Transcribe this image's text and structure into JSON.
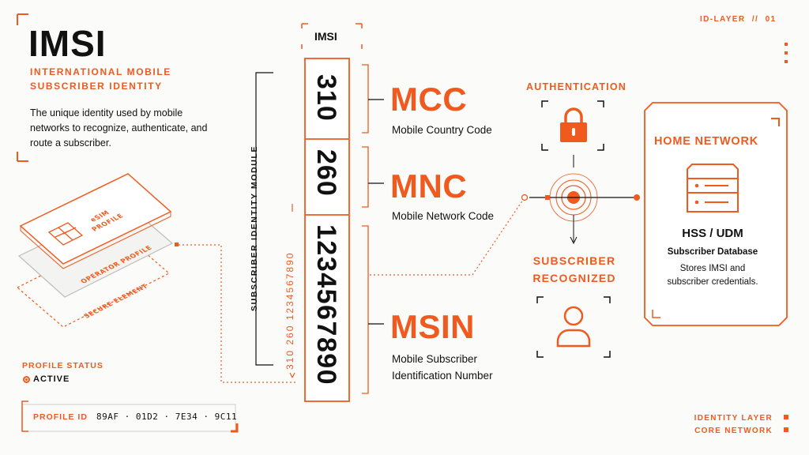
{
  "header": {
    "title": "IMSI",
    "subtitle_line1": "INTERNATIONAL MOBILE",
    "subtitle_line2": "SUBSCRIBER IDENTITY",
    "description": "The unique identity used by mobile networks to recognize, authenticate, and route a subscriber.",
    "corner_tag": "ID-LAYER  //  01"
  },
  "card": {
    "esim": "eSIM",
    "profile": "PROFILE",
    "operator_profile": "OPERATOR PROFILE",
    "secure_element": "SECURE ELEMENT"
  },
  "profile": {
    "status_label": "PROFILE STATUS",
    "status_value": "ACTIVE",
    "id_label": "PROFILE ID",
    "id_value": "89AF  ·  01D2  ·  7E34  ·  9C11"
  },
  "imsi": {
    "label": "IMSI",
    "module_label": "SUBSCRIBER IDENTITY MODULE",
    "full_number": "310  260  1234567890",
    "mcc_digits": "310",
    "mnc_digits": "260",
    "msin_digits": "1234567890"
  },
  "codes": {
    "mcc": "MCC",
    "mcc_name": "Mobile Country Code",
    "mnc": "MNC",
    "mnc_name": "Mobile Network Code",
    "msin": "MSIN",
    "msin_name": "Mobile Subscriber Identification Number"
  },
  "flow": {
    "authentication": "AUTHENTICATION",
    "recognized_line1": "SUBSCRIBER",
    "recognized_line2": "RECOGNIZED"
  },
  "home": {
    "label": "HOME NETWORK",
    "title": "HSS / UDM",
    "subtitle": "Subscriber Database",
    "desc_line1": "Stores IMSI and",
    "desc_line2": "subscriber credentials."
  },
  "footer": {
    "line1": "IDENTITY LAYER",
    "line2": "CORE NETWORK"
  },
  "colors": {
    "accent": "#f05a1e",
    "text": "#111111",
    "background": "#fbfbfa"
  },
  "icons": [
    "lock-icon",
    "target-icon",
    "user-icon",
    "server-icon",
    "sim-chip-icon"
  ]
}
